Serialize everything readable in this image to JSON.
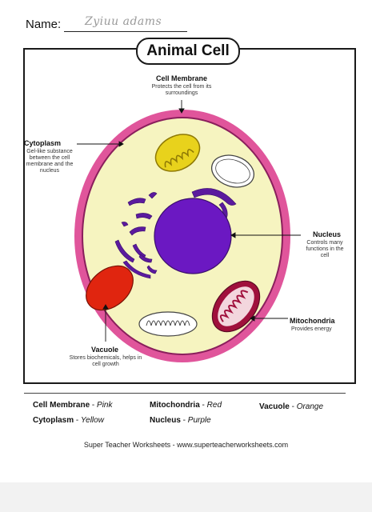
{
  "header": {
    "name_label": "Name:",
    "name_value": "Zyiuu adams"
  },
  "diagram": {
    "title": "Animal Cell",
    "labels": {
      "cell_membrane": {
        "title": "Cell Membrane",
        "desc": "Protects the cell from its surroundings"
      },
      "cytoplasm": {
        "title": "Cytoplasm",
        "desc": "Gel-like substance between the cell membrane and the nucleus"
      },
      "nucleus": {
        "title": "Nucleus",
        "desc": "Controls many functions in the cell"
      },
      "mitochondria": {
        "title": "Mitochondria",
        "desc": "Provides energy"
      },
      "vacuole": {
        "title": "Vacuole",
        "desc": "Stores biochemicals, helps in cell growth"
      }
    },
    "colors": {
      "membrane": "#e0559b",
      "cytoplasm": "#f6f4c0",
      "nucleus": "#6b18c2",
      "er": "#5b1a9e",
      "mitochondria": "#a0103c",
      "vacuole": "#e0250f",
      "golgi_like": "#e8d21c"
    }
  },
  "legend": {
    "items": [
      {
        "term": "Cell Membrane",
        "sep": " - ",
        "color_word": "Pink"
      },
      {
        "term": "Mitochondria",
        "sep": " - ",
        "color_word": "Red"
      },
      {
        "term": "Vacuole",
        "sep": " - ",
        "color_word": "Orange"
      },
      {
        "term": "Cytoplasm",
        "sep": " - ",
        "color_word": "Yellow"
      },
      {
        "term": "Nucleus",
        "sep": " - ",
        "color_word": "Purple"
      }
    ]
  },
  "footer": {
    "text": "Super Teacher Worksheets - www.superteacherworksheets.com"
  }
}
